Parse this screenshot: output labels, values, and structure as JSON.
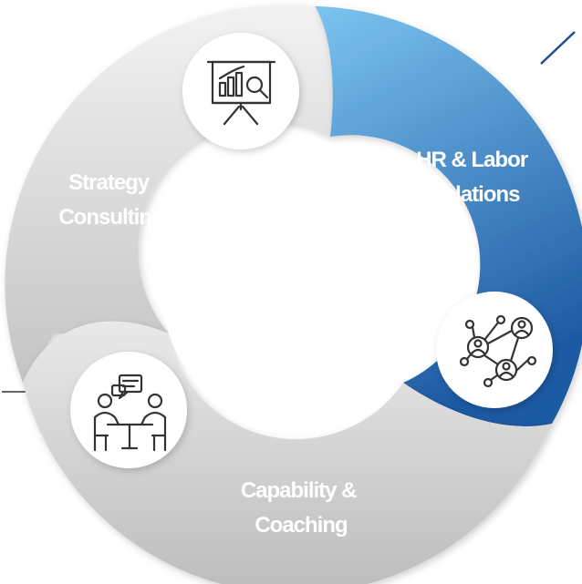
{
  "segments": [
    {
      "id": "strategy",
      "label_lines": [
        "Strategy",
        "Consulting"
      ],
      "icon": "presentation-chart-icon"
    },
    {
      "id": "hr",
      "label_lines": [
        "HR & Labor",
        "Relations"
      ],
      "icon": "network-people-icon"
    },
    {
      "id": "capability",
      "label_lines": [
        "Capability &",
        "Coaching"
      ],
      "icon": "meeting-table-icon"
    }
  ],
  "colors": {
    "hr_segment_top": "#7cc4f0",
    "hr_segment_bottom": "#1e5aa3",
    "gray_segment_light": "#ebebeb",
    "gray_segment_dark": "#bfbfbf",
    "icon_stroke": "#333333",
    "connector_line_left": "#666666",
    "connector_line_right": "#1f4e8c"
  }
}
